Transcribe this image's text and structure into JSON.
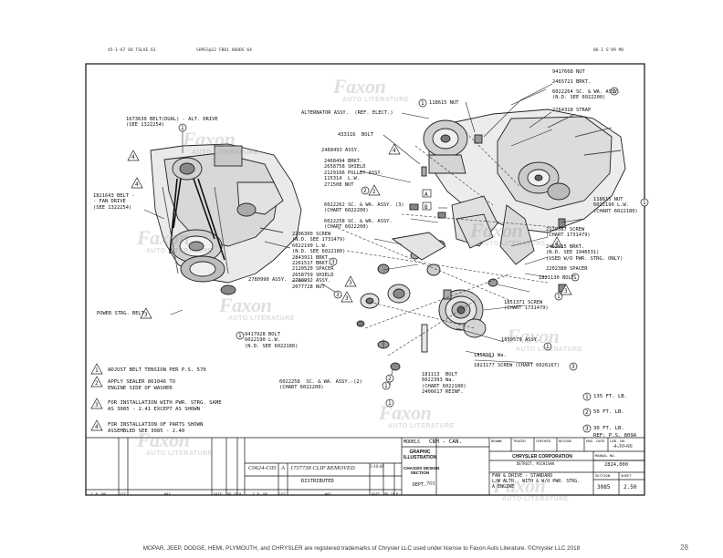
{
  "header": {
    "mirror_left": "45-1-67  OO  TSLVE 63",
    "mirror_center": "SHPES@12 FB81 HOODS 64",
    "mirror_right": "86-1  S'89 MO"
  },
  "callouts": {
    "belt_dual": "1673630 BELT(DUAL) - ALT. DRIVE\n(SEE 1322254)",
    "belt_fan": "1821643 BELT -\n- FAN DRIVE\n(SEE 1322254)",
    "alternator": "ALTERNATOR ASSY.  (REF. ELECT.)",
    "nut_118615_top": "118615 NUT",
    "nut_9417668": "9417668 NUT",
    "brkt_2465721": "2465721 BRKT.",
    "screw_6022264": "6022264 SC. & WA. ASSY.\n(N.D. SEE 6022200)",
    "strap_2264318": "2264318 STRAP",
    "bolt_433116": "433116  BOLT",
    "assy_2468493": "2468493 ASSY.",
    "group_2468494": "2468494 BRKT.\n2658758 SHIELD\n2129166 PULLEY ASSY.\n115314  L.W.\n271508 NUT",
    "screw_6022262": "6022262 SC. & WA. ASSY. (3)\n(CHART 6022200)",
    "screw_6022258_top": "6022258 SC. & WA. ASSY.\n(CHART 6022200)",
    "nut_118615_right": "118615 NUT\n6022190 L.W.\n(CHART 6022180)",
    "screw_2129387": "2129387 SCREW\n(CHART 1731479)",
    "group_2206300": "2206300 SCREW\n(N.D. SEE 1731479)\n6022190 L.W.\n(N.D. SEE 6022180)\n2843911 BRKT.\n2261517 BRKT.\n2120520 SPACER\n2658759 SHIELD\n2780992 ASSY.\n2077728 NUT",
    "brkt_2463015": "2463015 BRKT.\n(N.D. SEE 1946531)\n(USED W/O PWR. STRG. ONLY)",
    "spacer_2202380": "2202380 SPACER",
    "bolt_1821130": "1821130 BOLT",
    "assy_2780990": "2780990 ASSY.",
    "power_belt": "POWER STRG. BELT",
    "screw_1851371": "1851371 SCREW\n(CHART 1731479)",
    "bolt_9417928": "9417928 BOLT\n6022190 L.W.\n(N.D. SEE 6022180)",
    "assy_1859579": "1859579 ASSY.",
    "wa_1855561": "1855561 Wa.",
    "screw_1821177": "1821177 SCREW (CHART 6026167)",
    "screw_6022258_bottom": "6022258  SC. & WA. ASSY.-(2)\n(CHART 6022200)",
    "group_181113": "181113  BOLT\n6022393 Wa.\n(CHART 6022180)\n2406617 REINF."
  },
  "notes": [
    {
      "num": "1",
      "text": "ADJUST BELT TENSION PER P.S. 570"
    },
    {
      "num": "2",
      "text": "APPLY SEALER 861046 TO\nENGINE SIDE OF WASHER"
    },
    {
      "num": "3",
      "text": "FOR INSTALLATION WITH PWR. STRG. SAME\nAS 3085 - 2.41 EXCEPT AS SHOWN"
    },
    {
      "num": "4",
      "text": "FOR INSTALLATION OF PARTS SHOWN\nASSEMBLED SEE 3085 - 2.40"
    }
  ],
  "torques": [
    {
      "num": "1",
      "text": "135 FT. LB."
    },
    {
      "num": "2",
      "text": "50 FT. LB."
    },
    {
      "num": "3",
      "text": "30 FT. LB."
    }
  ],
  "ref_ps": "REF: P.S. 809A",
  "title_block": {
    "models_label": "MODELS",
    "models_value": "CBM - CAN.",
    "graphic": "GRAPHIC\nILLUSTRATION",
    "chassis": "CHASSIS DESIGN\nSECTION",
    "dept_label": "DEPT.",
    "dept_value": "701",
    "corporation": "CHRYSLER CORPORATION",
    "city": "DETROIT, MICHIGAN",
    "title": "FAN & DRIVE - STANDARD\nL/W ALTR., WITH & W/O PWR. STRG.\nA ENGINE",
    "date": "4-30-66",
    "manual_no_label": "MANUAL NO.",
    "manual_no": "2824,000",
    "section_label": "SECTION",
    "section": "3085",
    "sheet_label": "SHEET",
    "sheet": "2.50",
    "drawn_label": "DRAWN",
    "traced_label": "TRACED",
    "checked_label": "CHECKED",
    "design_label": "DESIGN",
    "eng_label": "ENG. DATE",
    "lab_label": "LAB. NO.",
    "change_row": {
      "c": "C0624-C05",
      "letter": "A",
      "text": "1737738 CLIP REMOVED",
      "date": "2-16-66"
    },
    "distributed": "DISTRIBUTED",
    "col_cr": "C.R. NO.",
    "col_let": "LET",
    "col_was": "WAS",
    "col_date": "DATE",
    "col_drck": "DR CK",
    "col_r": "R"
  },
  "watermark": {
    "script": "Faxon",
    "sub": "AUTO LITERATURE"
  },
  "footer": "MOPAR, JEEP, DODGE, HEMI, PLYMOUTH, and CHRYSLER are registered trademarks of Chrysler LLC used under license to Faxon Auto Literature. ©Chrysler LLC 2018",
  "page_number": "28"
}
